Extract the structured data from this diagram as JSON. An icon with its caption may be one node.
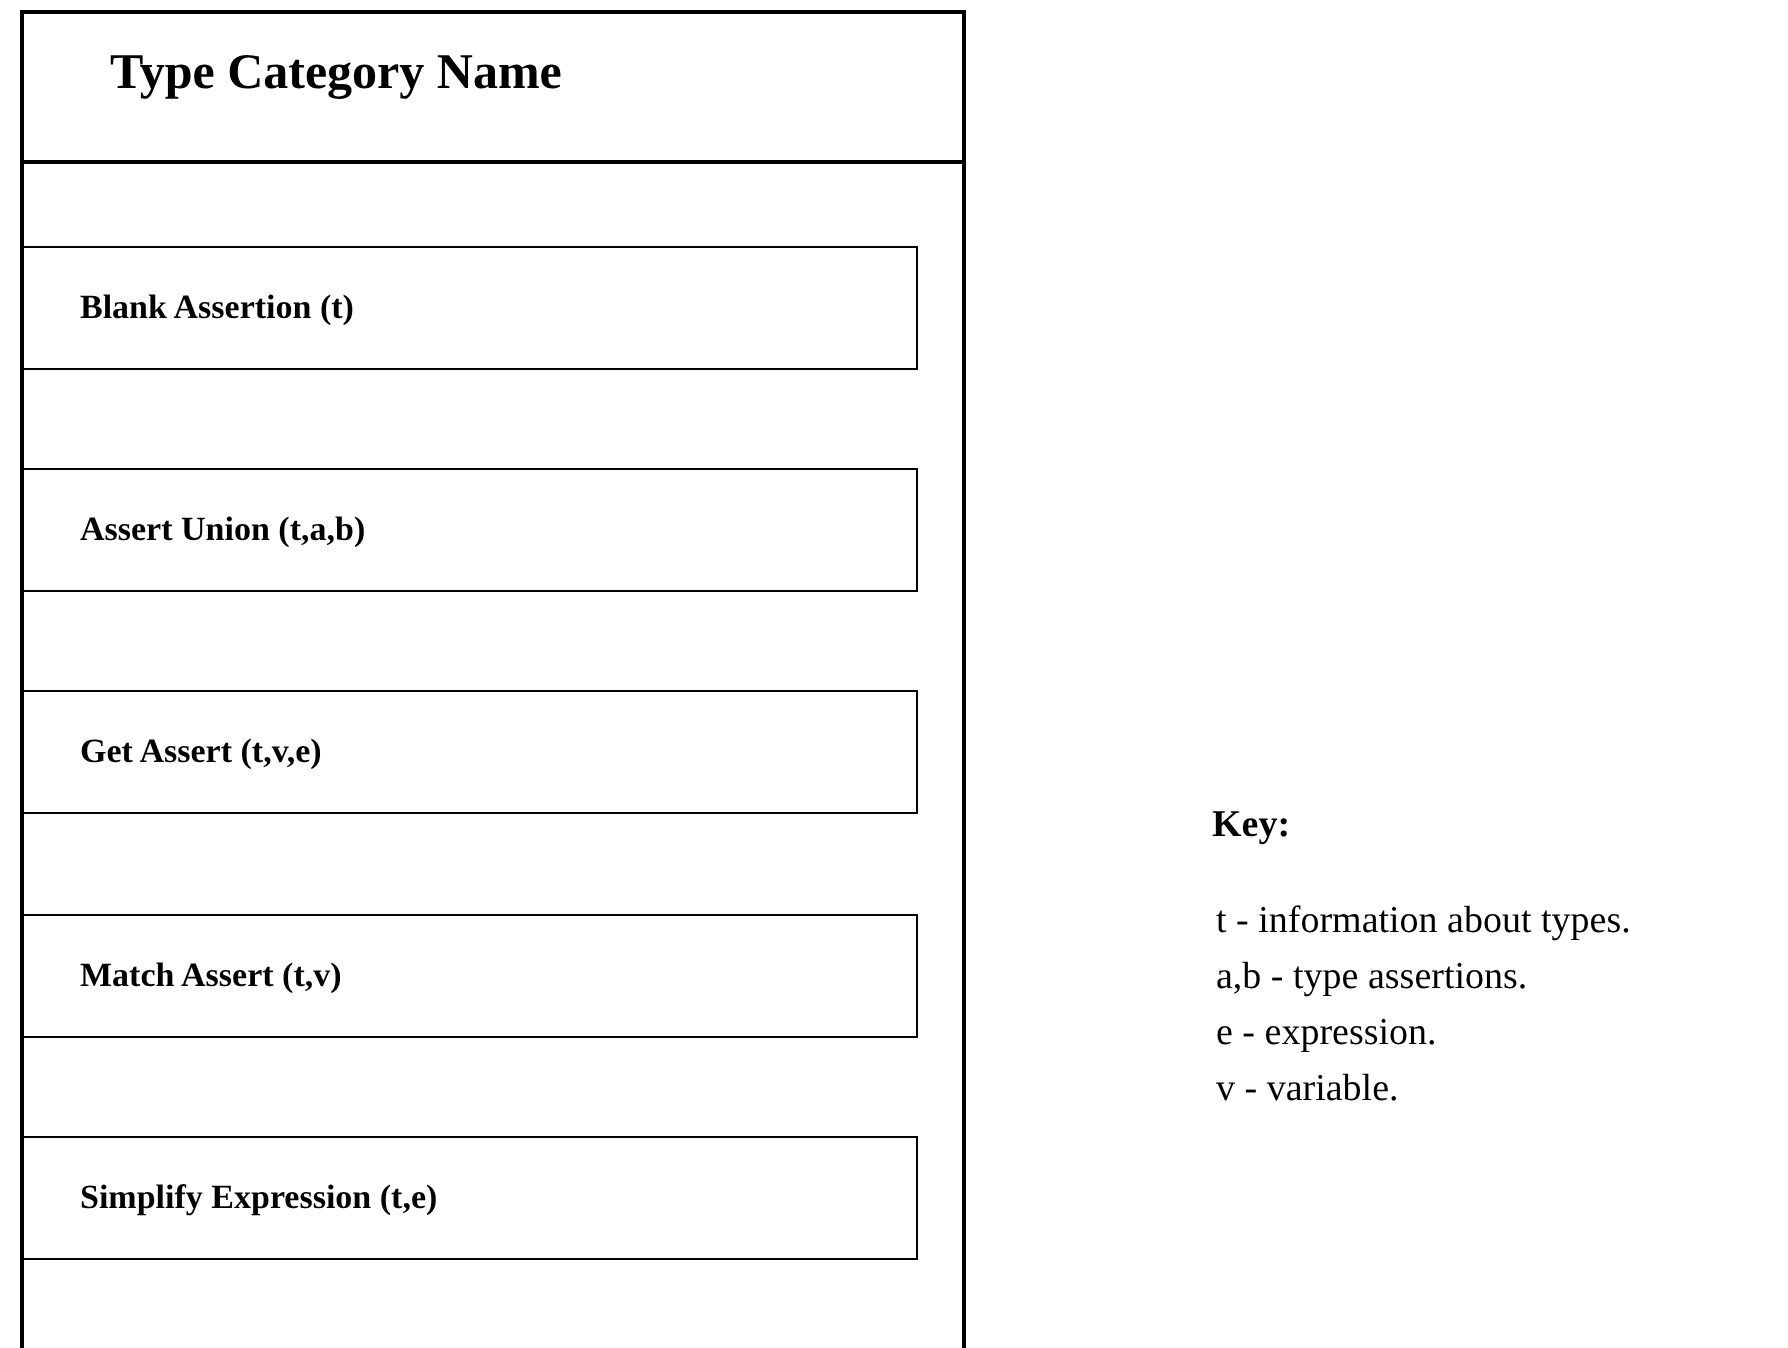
{
  "diagram": {
    "nodes": [
      {
        "text": [
          "Type Category Name"
        ]
      },
      {
        "text": [
          "Blank Assertion (t)"
        ],
        "in": 0
      },
      {
        "text": [
          "Assert Union (t,a,b)"
        ],
        "in": 0
      },
      {
        "text": [
          "Get Assert (t,v,e)"
        ],
        "in": 0
      },
      {
        "text": [
          "Match Assert (t,v)"
        ],
        "in": 0
      },
      {
        "text": [
          "Simplify Expression (t,e)"
        ],
        "in": 0
      }
    ],
    "labels": [
      "Key:",
      "t - information about types.",
      "a,b - type assertions.",
      "e - expression.",
      "v - variable."
    ]
  }
}
